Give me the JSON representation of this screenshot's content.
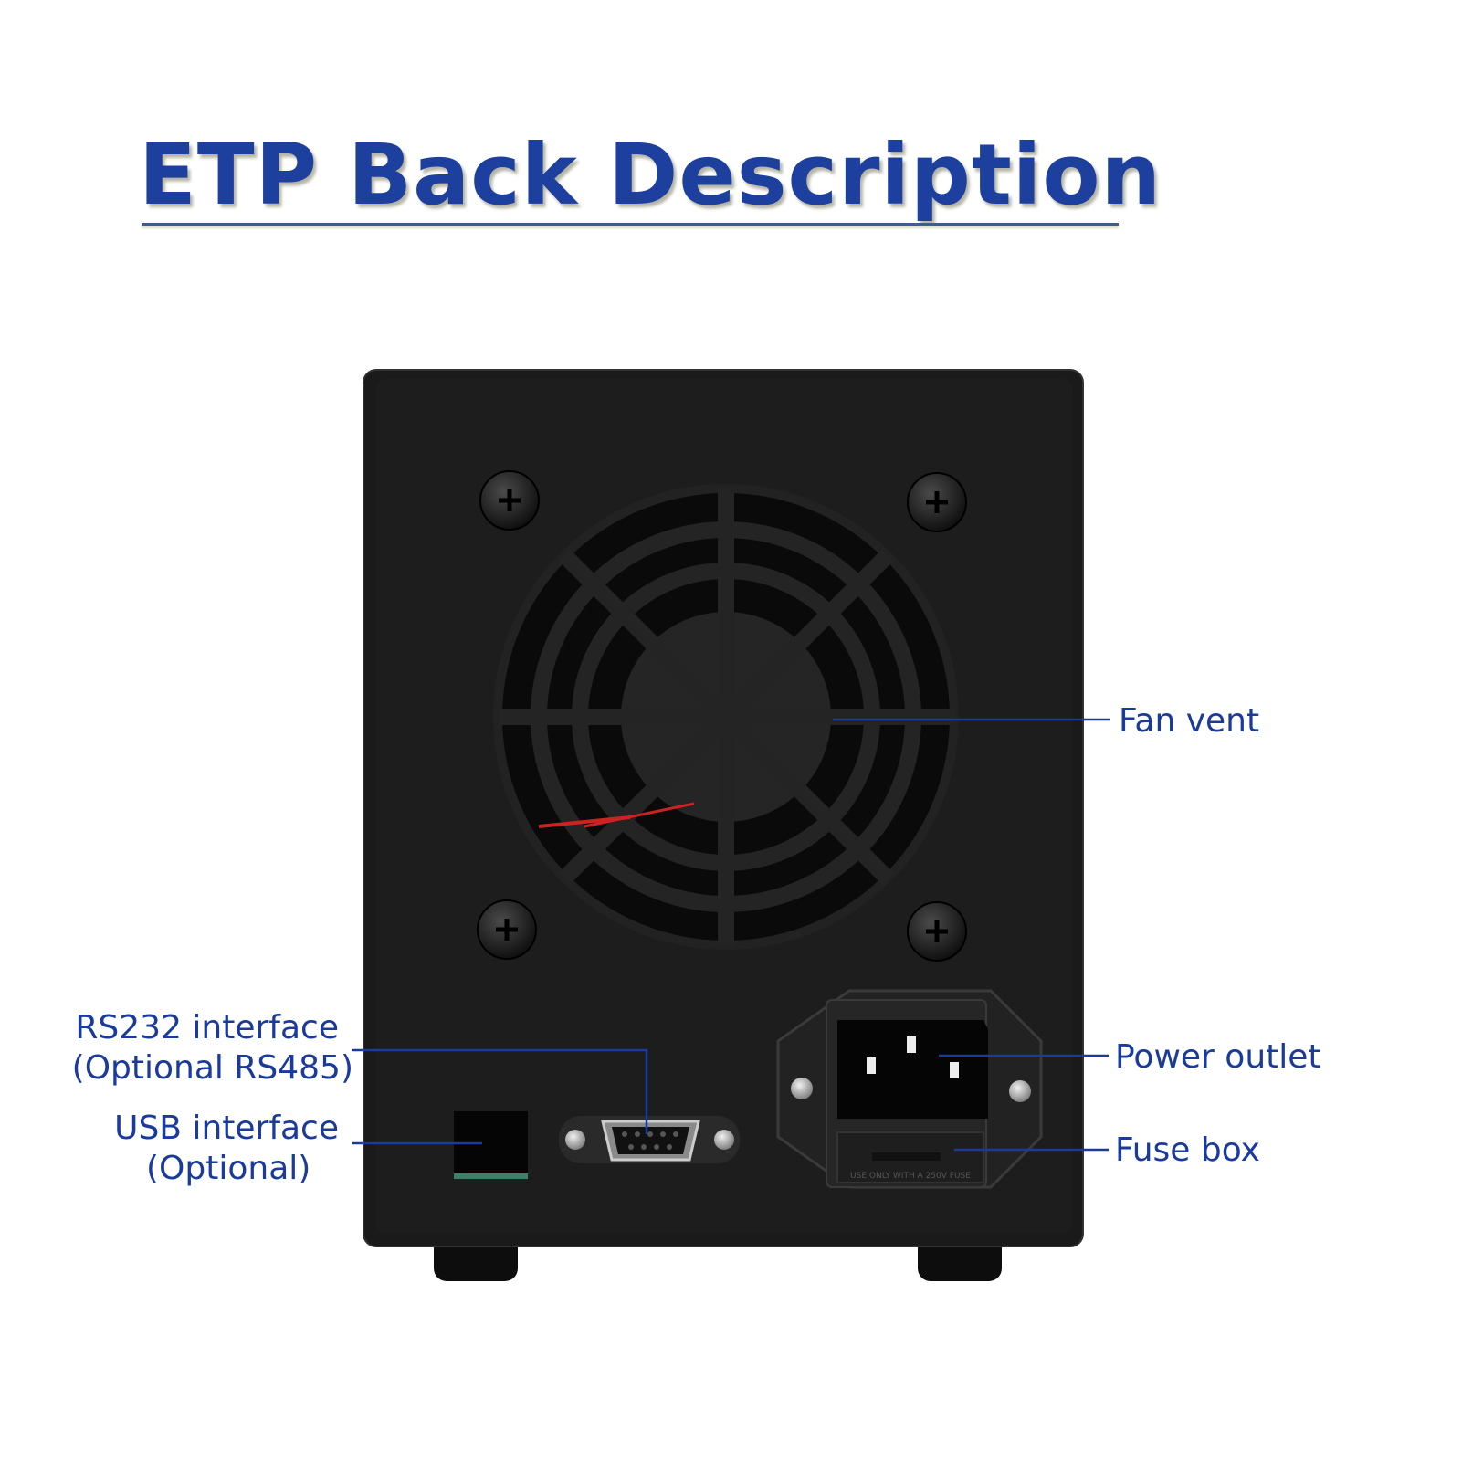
{
  "title": "ETP Back Description",
  "labels": {
    "fan_vent": "Fan vent",
    "power_outlet": "Power outlet",
    "fuse_box": "Fuse box",
    "rs232_line1": "RS232 interface",
    "rs232_line2": "(Optional RS485)",
    "usb_line1": "USB interface",
    "usb_line2": "(Optional)"
  },
  "fuse_marking": "USE ONLY WITH A 250V FUSE",
  "colors": {
    "title": "#1d3f9e",
    "label": "#1a3a9c",
    "leader_line": "#1a3a9c",
    "device": "#161616"
  }
}
